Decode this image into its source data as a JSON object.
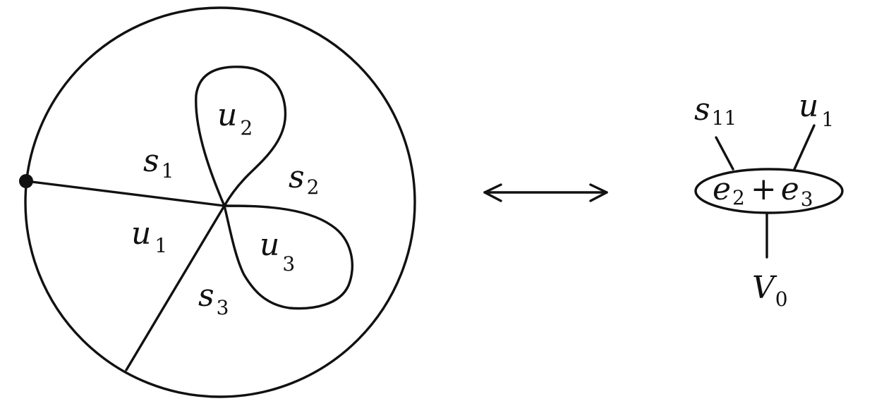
{
  "left_diagram": {
    "regions": [
      {
        "id": "s1",
        "base": "s",
        "sub": "1"
      },
      {
        "id": "s2",
        "base": "s",
        "sub": "2"
      },
      {
        "id": "s3",
        "base": "s",
        "sub": "3"
      },
      {
        "id": "u1",
        "base": "u",
        "sub": "1"
      },
      {
        "id": "u2",
        "base": "u",
        "sub": "2"
      },
      {
        "id": "u3",
        "base": "u",
        "sub": "3"
      }
    ]
  },
  "right_diagram": {
    "node_label": {
      "e2_base": "e",
      "e2_sub": "2",
      "plus": "+",
      "e3_base": "e",
      "e3_sub": "3"
    },
    "top_left_label": {
      "base": "s",
      "sub": "11"
    },
    "top_right_label": {
      "base": "u",
      "sub": "1"
    },
    "bottom_label": {
      "base": "V",
      "sub": "0"
    }
  },
  "colors": {
    "ink": "#111111",
    "background": "#ffffff"
  }
}
